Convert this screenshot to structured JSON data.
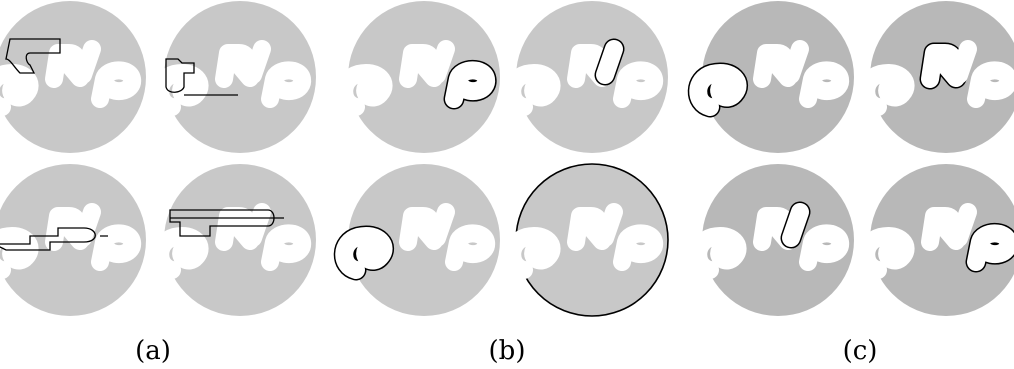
{
  "panels": [
    {
      "id": "a",
      "caption": "(a)",
      "disk_shade": "light",
      "cells": [
        "trace-top-left",
        "trace-top-wide",
        "trace-bottom-wide",
        "trace-top-wide-right"
      ]
    },
    {
      "id": "b",
      "caption": "(b)",
      "disk_shade": "light",
      "cells": [
        "region-glyph-p",
        "region-glyph-l",
        "region-glyph-e",
        "region-outer-disk"
      ]
    },
    {
      "id": "c",
      "caption": "(c)",
      "disk_shade": "dark",
      "cells": [
        "region-glyph-e",
        "region-glyph-r",
        "region-glyph-l",
        "region-glyph-p"
      ]
    }
  ],
  "colors": {
    "disk_light": "#c8c8c8",
    "disk_dark": "#b8b8b8",
    "glyph": "#ffffff",
    "outline": "#000000"
  },
  "glyph_word": "eRlp"
}
